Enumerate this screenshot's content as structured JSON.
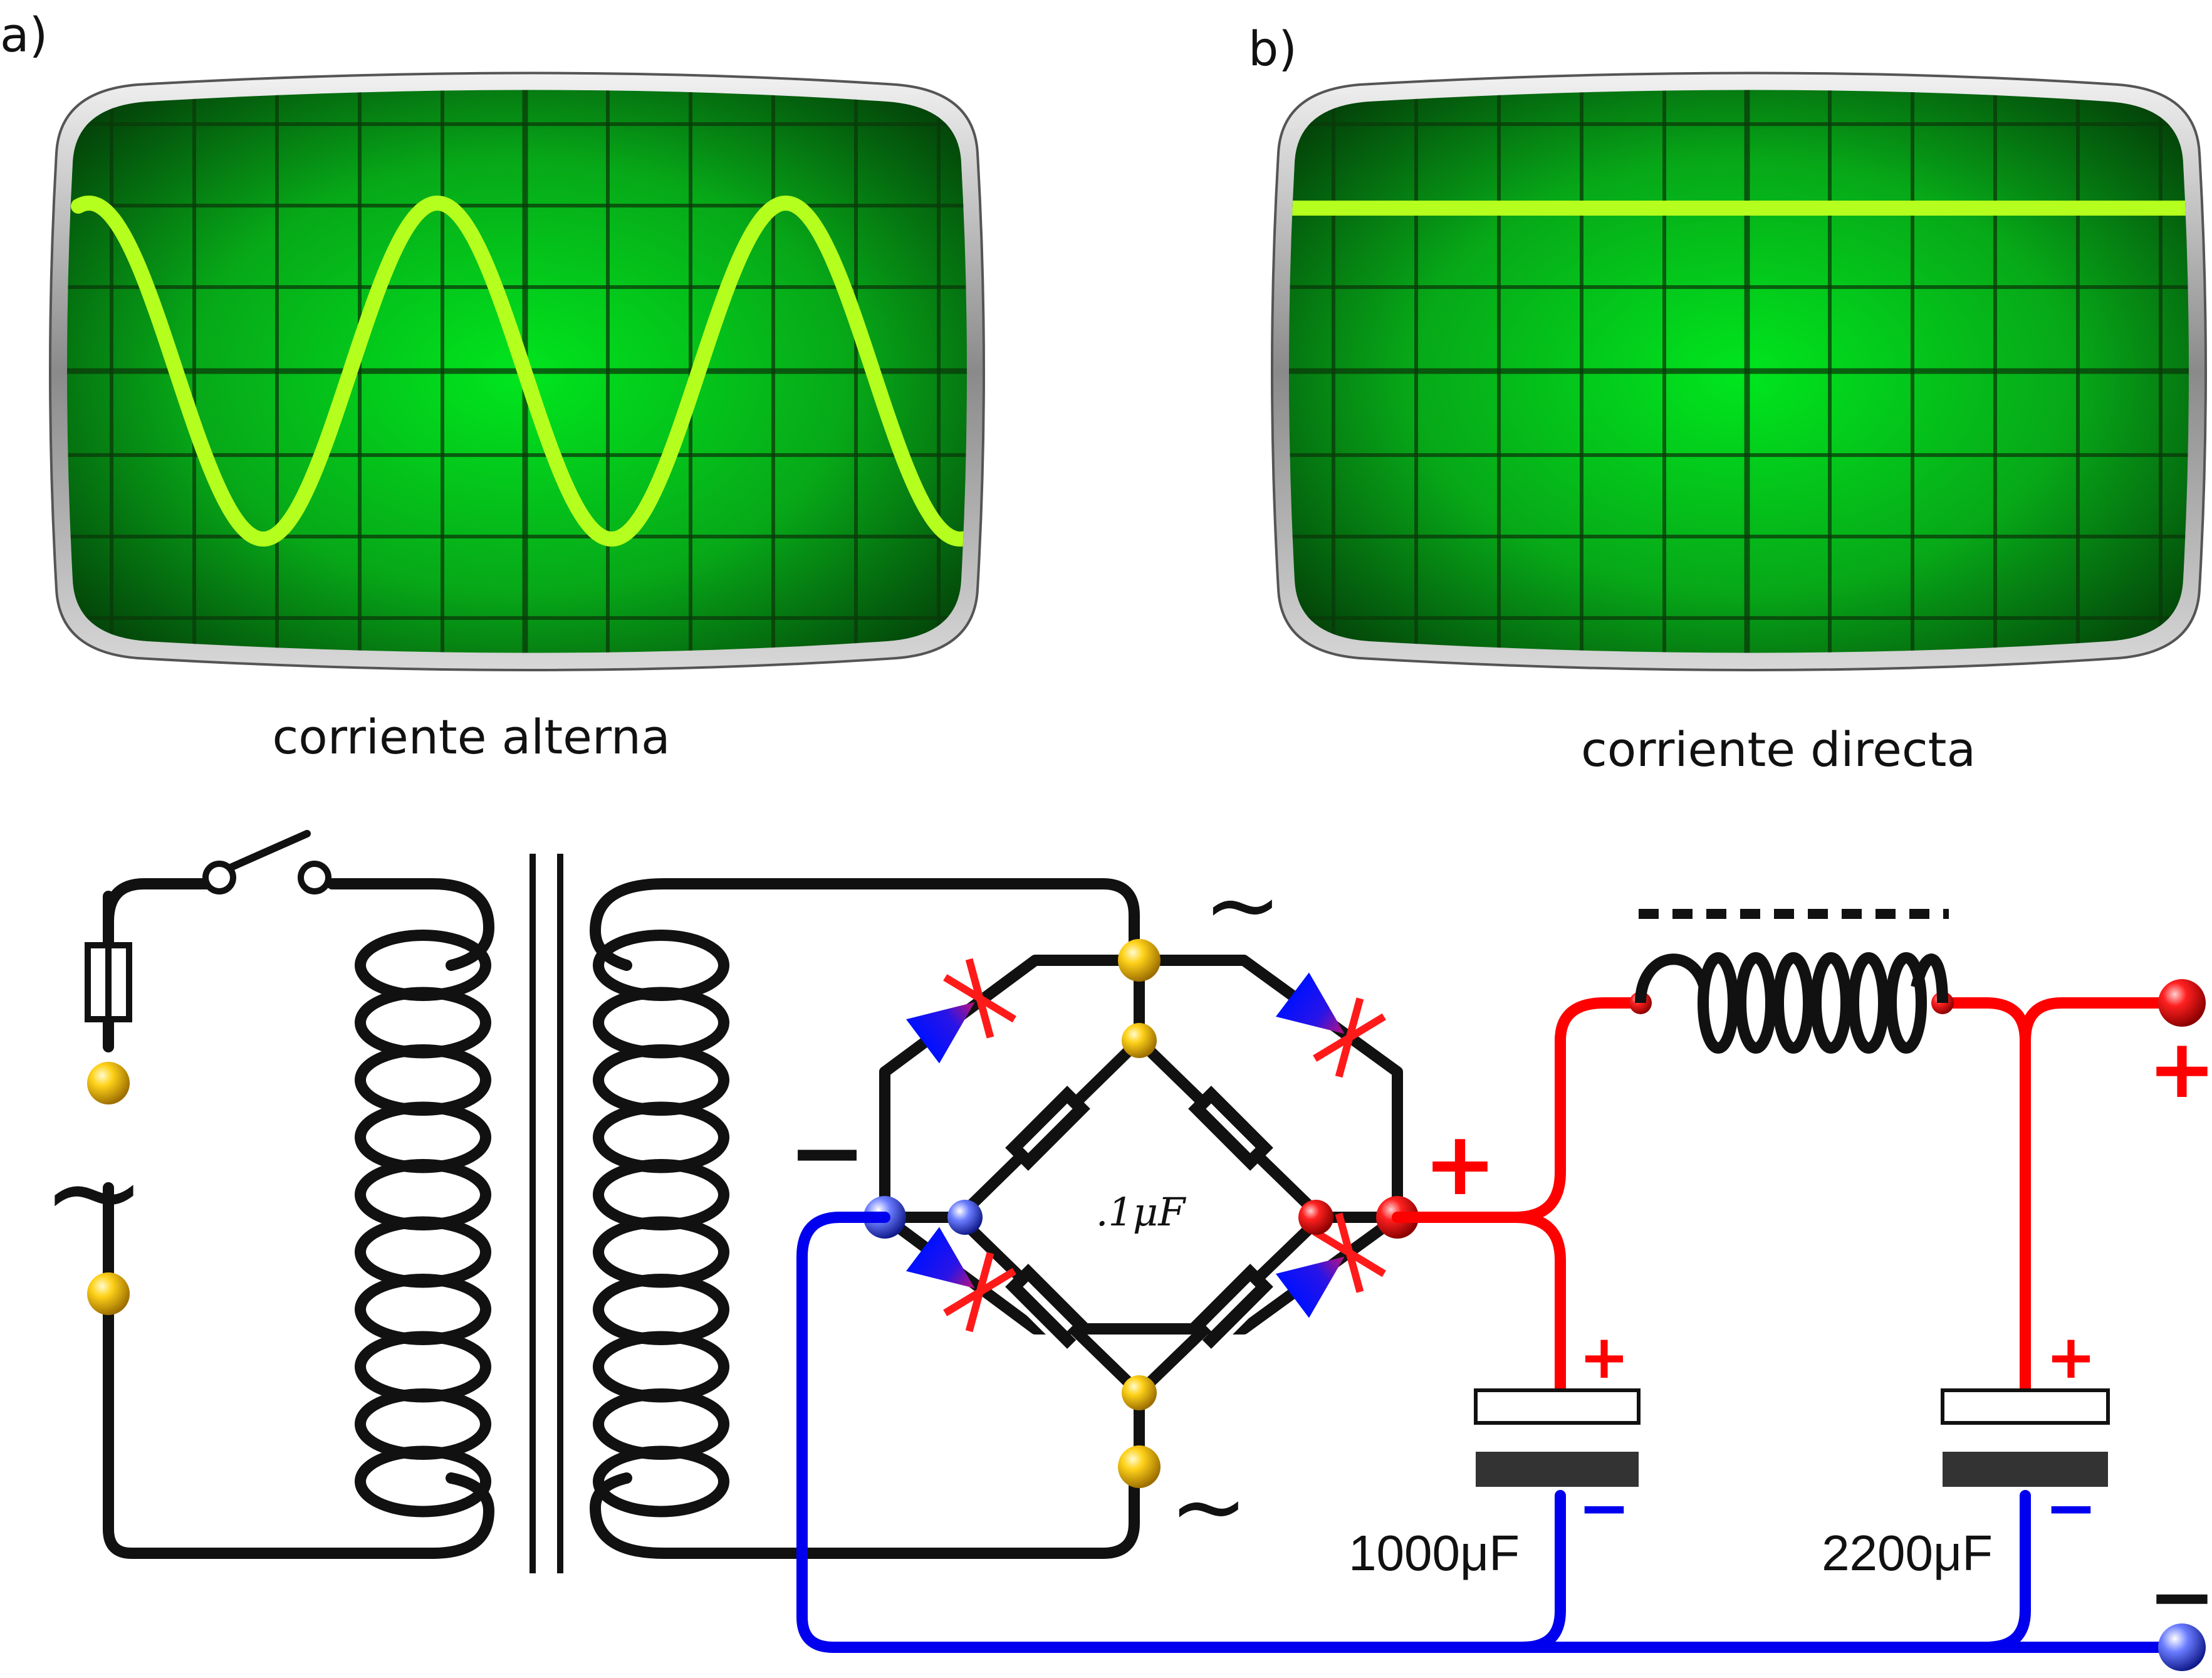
{
  "panels": {
    "a": {
      "label": "a)",
      "caption": "corriente alterna",
      "trace": "sine"
    },
    "b": {
      "label": "b)",
      "caption": "corriente directa",
      "trace": "flat"
    }
  },
  "circuit": {
    "input_symbol": "~",
    "bridge_ac_symbol_top": "~",
    "bridge_ac_symbol_bottom": "~",
    "bridge_minus": "−",
    "bridge_plus": "+",
    "bridge_capacitance": ".1μF",
    "capacitor_1": {
      "value": "1000μF",
      "plus": "+",
      "minus": "−"
    },
    "capacitor_2": {
      "value": "2200μF",
      "plus": "+",
      "minus": "−"
    },
    "output_plus": "+",
    "output_minus": "−"
  },
  "colors": {
    "screen_glow": "#00e61e",
    "screen_edge": "#033a08",
    "trace": "#b4ff1e",
    "positive": "#ff0000",
    "negative": "#0000ee",
    "wire": "#111111",
    "ac_node": "#f2c200"
  }
}
